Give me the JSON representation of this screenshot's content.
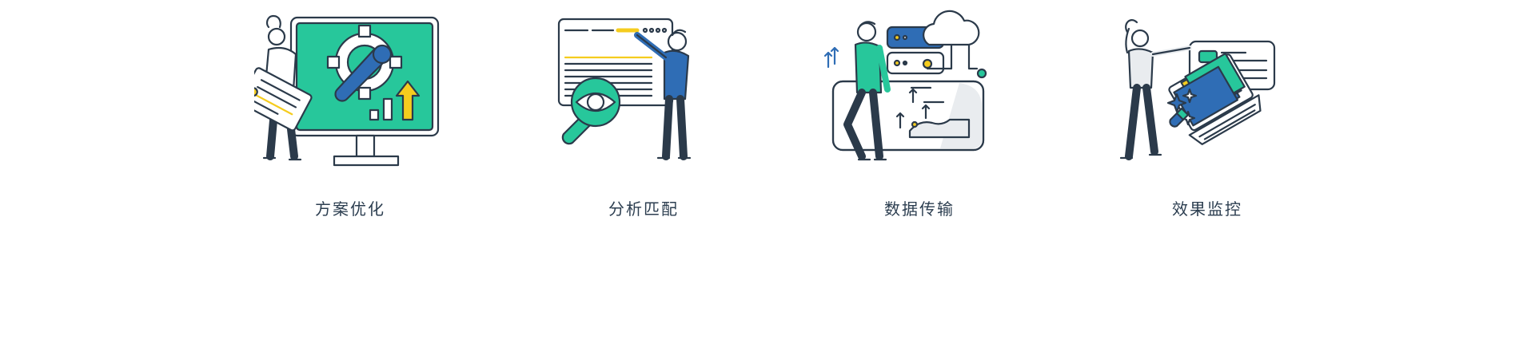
{
  "colors": {
    "outline": "#2b3a4a",
    "green": "#27c79b",
    "blue": "#2f6db5",
    "yellow": "#f5cc1e",
    "gray": "#e9ecef"
  },
  "features": [
    {
      "label": "方案优化",
      "icon": "plan-optimization-illustration"
    },
    {
      "label": "分析匹配",
      "icon": "analysis-matching-illustration"
    },
    {
      "label": "数据传输",
      "icon": "data-transfer-illustration"
    },
    {
      "label": "效果监控",
      "icon": "effect-monitoring-illustration"
    }
  ]
}
